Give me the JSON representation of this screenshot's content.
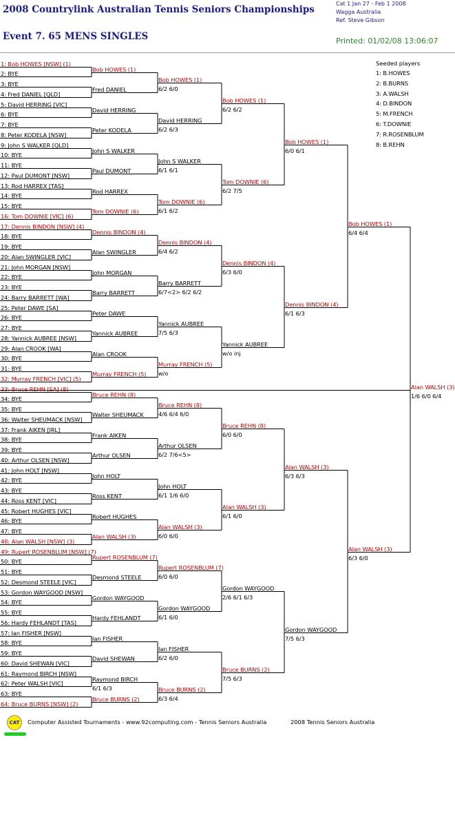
{
  "header": {
    "title": "2008 Countrylink Australian Tennis Seniors Championships",
    "event": "Event 7. 65 MENS SINGLES",
    "cat_line": "Cat 1   Jan 27 - Feb 1 2008",
    "venue_line": "Wagga    Australia",
    "referee_line": "Ref. Steve Gibson",
    "printed": "Printed: 01/02/08 13:06:07"
  },
  "seeds": {
    "heading": "Seeded players",
    "list": [
      "1: B.HOWES",
      "2: B.BURNS",
      "3: A.WALSH",
      "4: D.BINDON",
      "5: M.FRENCH",
      "6: T.DOWNIE",
      "7: R.ROSENBLUM",
      "8: B.REHN"
    ]
  },
  "draw": [
    {
      "text": "1: Bob HOWES [NSW] (1)",
      "seeded": true
    },
    {
      "text": "2: BYE",
      "seeded": false
    },
    {
      "text": "3: BYE",
      "seeded": false
    },
    {
      "text": "4: Fred DANIEL [QLD]",
      "seeded": false
    },
    {
      "text": "5: David HERRING [VIC]",
      "seeded": false
    },
    {
      "text": "6: BYE",
      "seeded": false
    },
    {
      "text": "7: BYE",
      "seeded": false
    },
    {
      "text": "8: Peter KODELA [NSW]",
      "seeded": false
    },
    {
      "text": "9: John S WALKER [QLD]",
      "seeded": false
    },
    {
      "text": "10: BYE",
      "seeded": false
    },
    {
      "text": "11: BYE",
      "seeded": false
    },
    {
      "text": "12: Paul DUMONT [NSW]",
      "seeded": false
    },
    {
      "text": "13: Rod HARREX [TAS]",
      "seeded": false
    },
    {
      "text": "14: BYE",
      "seeded": false
    },
    {
      "text": "15: BYE",
      "seeded": false
    },
    {
      "text": "16: Tom DOWNIE [VIC] (6)",
      "seeded": true
    },
    {
      "text": "17: Dennis BINDON [NSW] (4)",
      "seeded": true
    },
    {
      "text": "18: BYE",
      "seeded": false
    },
    {
      "text": "19: BYE",
      "seeded": false
    },
    {
      "text": "20: Alan SWINGLER [VIC]",
      "seeded": false
    },
    {
      "text": "21: John MORGAN [NSW]",
      "seeded": false
    },
    {
      "text": "22: BYE",
      "seeded": false
    },
    {
      "text": "23: BYE",
      "seeded": false
    },
    {
      "text": "24: Barry BARRETT [WA]",
      "seeded": false
    },
    {
      "text": "25: Peter DAWE [SA]",
      "seeded": false
    },
    {
      "text": "26: BYE",
      "seeded": false
    },
    {
      "text": "27: BYE",
      "seeded": false
    },
    {
      "text": "28: Yannick AUBREE [NSW]",
      "seeded": false
    },
    {
      "text": "29: Alan CROOK [WA]",
      "seeded": false
    },
    {
      "text": "30: BYE",
      "seeded": false
    },
    {
      "text": "31: BYE",
      "seeded": false
    },
    {
      "text": "32: Murray FRENCH [VIC] (5)",
      "seeded": true
    },
    {
      "text": "33: Bruce REHN [SA] (8)",
      "seeded": true
    },
    {
      "text": "34: BYE",
      "seeded": false
    },
    {
      "text": "35: BYE",
      "seeded": false
    },
    {
      "text": "36: Walter SHEUMACK [NSW]",
      "seeded": false
    },
    {
      "text": "37: Frank AIKEN [IRL]",
      "seeded": false
    },
    {
      "text": "38: BYE",
      "seeded": false
    },
    {
      "text": "39: BYE",
      "seeded": false
    },
    {
      "text": "40: Arthur OLSEN [NSW]",
      "seeded": false
    },
    {
      "text": "41: John HOLT [NSW]",
      "seeded": false
    },
    {
      "text": "42: BYE",
      "seeded": false
    },
    {
      "text": "43: BYE",
      "seeded": false
    },
    {
      "text": "44: Ross KENT [VIC]",
      "seeded": false
    },
    {
      "text": "45: Robert HUGHES [VIC]",
      "seeded": false
    },
    {
      "text": "46: BYE",
      "seeded": false
    },
    {
      "text": "47: BYE",
      "seeded": false
    },
    {
      "text": "48: Alan WALSH [NSW] (3)",
      "seeded": true
    },
    {
      "text": "49: Rupert ROSENBLUM [NSW] (7)",
      "seeded": true
    },
    {
      "text": "50: BYE",
      "seeded": false
    },
    {
      "text": "51: BYE",
      "seeded": false
    },
    {
      "text": "52: Desmond STEELE [VIC]",
      "seeded": false
    },
    {
      "text": "53: Gordon WAYGOOD [NSW]",
      "seeded": false
    },
    {
      "text": "54: BYE",
      "seeded": false
    },
    {
      "text": "55: BYE",
      "seeded": false
    },
    {
      "text": "56: Hardy FEHLANDT [TAS]",
      "seeded": false
    },
    {
      "text": "57: Ian FISHER [NSW]",
      "seeded": false
    },
    {
      "text": "58: BYE",
      "seeded": false
    },
    {
      "text": "59: BYE",
      "seeded": false
    },
    {
      "text": "60: David SHEWAN [VIC]",
      "seeded": false
    },
    {
      "text": "61: Raymond BIRCH [NSW]",
      "seeded": false
    },
    {
      "text": "62: Peter WALSH [VIC]",
      "seeded": false
    },
    {
      "text": "63: BYE",
      "seeded": false
    },
    {
      "text": "64: Bruce BURNS [NSW] (2)",
      "seeded": true
    }
  ],
  "rounds": [
    [
      {
        "name": "Bob HOWES (1)",
        "seeded": true,
        "score": ""
      },
      {
        "name": "Fred DANIEL",
        "seeded": false,
        "score": ""
      },
      {
        "name": "David HERRING",
        "seeded": false,
        "score": ""
      },
      {
        "name": "Peter KODELA",
        "seeded": false,
        "score": ""
      },
      {
        "name": "John S WALKER",
        "seeded": false,
        "score": ""
      },
      {
        "name": "Paul DUMONT",
        "seeded": false,
        "score": ""
      },
      {
        "name": "Rod HARREX",
        "seeded": false,
        "score": ""
      },
      {
        "name": "Tom DOWNIE (6)",
        "seeded": true,
        "score": ""
      },
      {
        "name": "Dennis BINDON (4)",
        "seeded": true,
        "score": ""
      },
      {
        "name": "Alan SWINGLER",
        "seeded": false,
        "score": ""
      },
      {
        "name": "John MORGAN",
        "seeded": false,
        "score": ""
      },
      {
        "name": "Barry BARRETT",
        "seeded": false,
        "score": ""
      },
      {
        "name": "Peter DAWE",
        "seeded": false,
        "score": ""
      },
      {
        "name": "Yannick AUBREE",
        "seeded": false,
        "score": ""
      },
      {
        "name": "Alan CROOK",
        "seeded": false,
        "score": ""
      },
      {
        "name": "Murray FRENCH (5)",
        "seeded": true,
        "score": ""
      },
      {
        "name": "Bruce REHN (8)",
        "seeded": true,
        "score": ""
      },
      {
        "name": "Walter SHEUMACK",
        "seeded": false,
        "score": ""
      },
      {
        "name": "Frank AIKEN",
        "seeded": false,
        "score": ""
      },
      {
        "name": "Arthur OLSEN",
        "seeded": false,
        "score": ""
      },
      {
        "name": "John HOLT",
        "seeded": false,
        "score": ""
      },
      {
        "name": "Ross KENT",
        "seeded": false,
        "score": ""
      },
      {
        "name": "Robert HUGHES",
        "seeded": false,
        "score": ""
      },
      {
        "name": "Alan WALSH (3)",
        "seeded": true,
        "score": ""
      },
      {
        "name": "Rupert ROSENBLUM (7)",
        "seeded": true,
        "score": ""
      },
      {
        "name": "Desmond STEELE",
        "seeded": false,
        "score": ""
      },
      {
        "name": "Gordon WAYGOOD",
        "seeded": false,
        "score": ""
      },
      {
        "name": "Hardy FEHLANDT",
        "seeded": false,
        "score": ""
      },
      {
        "name": "Ian FISHER",
        "seeded": false,
        "score": ""
      },
      {
        "name": "David SHEWAN",
        "seeded": false,
        "score": ""
      },
      {
        "name": "Raymond BIRCH",
        "seeded": false,
        "score": "6/1 6/3"
      },
      {
        "name": "Bruce BURNS (2)",
        "seeded": true,
        "score": ""
      }
    ],
    [
      {
        "name": "Bob HOWES (1)",
        "seeded": true,
        "score": "6/2 6/0"
      },
      {
        "name": "David HERRING",
        "seeded": false,
        "score": "6/2 6/3"
      },
      {
        "name": "John S WALKER",
        "seeded": false,
        "score": "6/1 6/1"
      },
      {
        "name": "Tom DOWNIE (6)",
        "seeded": true,
        "score": "6/1 6/2"
      },
      {
        "name": "Dennis BINDON (4)",
        "seeded": true,
        "score": "6/4 6/2"
      },
      {
        "name": "Barry BARRETT",
        "seeded": false,
        "score": "6/7<2> 6/2 6/2"
      },
      {
        "name": "Yannick AUBREE",
        "seeded": false,
        "score": "7/5 6/3"
      },
      {
        "name": "Murray FRENCH (5)",
        "seeded": true,
        "score": "w/o"
      },
      {
        "name": "Bruce REHN (8)",
        "seeded": true,
        "score": "4/6 6/4 6/0"
      },
      {
        "name": "Arthur OLSEN",
        "seeded": false,
        "score": "6/2 7/6<5>"
      },
      {
        "name": "John HOLT",
        "seeded": false,
        "score": "6/1 1/6 6/0"
      },
      {
        "name": "Alan WALSH (3)",
        "seeded": true,
        "score": "6/0 6/0"
      },
      {
        "name": "Rupert ROSENBLUM (7)",
        "seeded": true,
        "score": "6/0 6/0"
      },
      {
        "name": "Gordon WAYGOOD",
        "seeded": false,
        "score": "6/1 6/0"
      },
      {
        "name": "Ian FISHER",
        "seeded": false,
        "score": "6/2 6/0"
      },
      {
        "name": "Bruce BURNS (2)",
        "seeded": true,
        "score": "6/3 6/4"
      }
    ],
    [
      {
        "name": "Bob HOWES (1)",
        "seeded": true,
        "score": "6/2 6/2"
      },
      {
        "name": "Tom DOWNIE (6)",
        "seeded": true,
        "score": "6/2 7/5"
      },
      {
        "name": "Dennis BINDON (4)",
        "seeded": true,
        "score": "6/3 6/0"
      },
      {
        "name": "Yannick AUBREE",
        "seeded": false,
        "score": "w/o inj"
      },
      {
        "name": "Bruce REHN (8)",
        "seeded": true,
        "score": "6/0 6/0"
      },
      {
        "name": "Alan WALSH (3)",
        "seeded": true,
        "score": "6/1 6/0"
      },
      {
        "name": "Gordon WAYGOOD",
        "seeded": false,
        "score": "2/6 6/1 6/3"
      },
      {
        "name": "Bruce BURNS (2)",
        "seeded": true,
        "score": "7/5 6/3"
      }
    ],
    [
      {
        "name": "Bob HOWES (1)",
        "seeded": true,
        "score": "6/0 6/1"
      },
      {
        "name": "Dennis BINDON (4)",
        "seeded": true,
        "score": "6/1 6/3"
      },
      {
        "name": "Alan WALSH (3)",
        "seeded": true,
        "score": "6/3 6/3"
      },
      {
        "name": "Gordon WAYGOOD",
        "seeded": false,
        "score": "7/5 6/3"
      }
    ],
    [
      {
        "name": "Bob HOWES (1)",
        "seeded": true,
        "score": "6/4 6/4"
      },
      {
        "name": "Alan WALSH (3)",
        "seeded": true,
        "score": "6/3 6/0"
      }
    ],
    [
      {
        "name": "Alan WALSH (3)",
        "seeded": true,
        "score": "1/6 6/0 6/4"
      }
    ]
  ],
  "footer": {
    "logo_text": "CAT",
    "credits": "Computer Assisted Tournaments - www.92computing.com -  Tennis Seniors Australia",
    "right": "2008 Tennis Seniors Australia"
  },
  "colors": {
    "title": "#1a1a8c",
    "seeded": "#c00000",
    "printed": "#2a8a2a",
    "lines": "#000000"
  }
}
